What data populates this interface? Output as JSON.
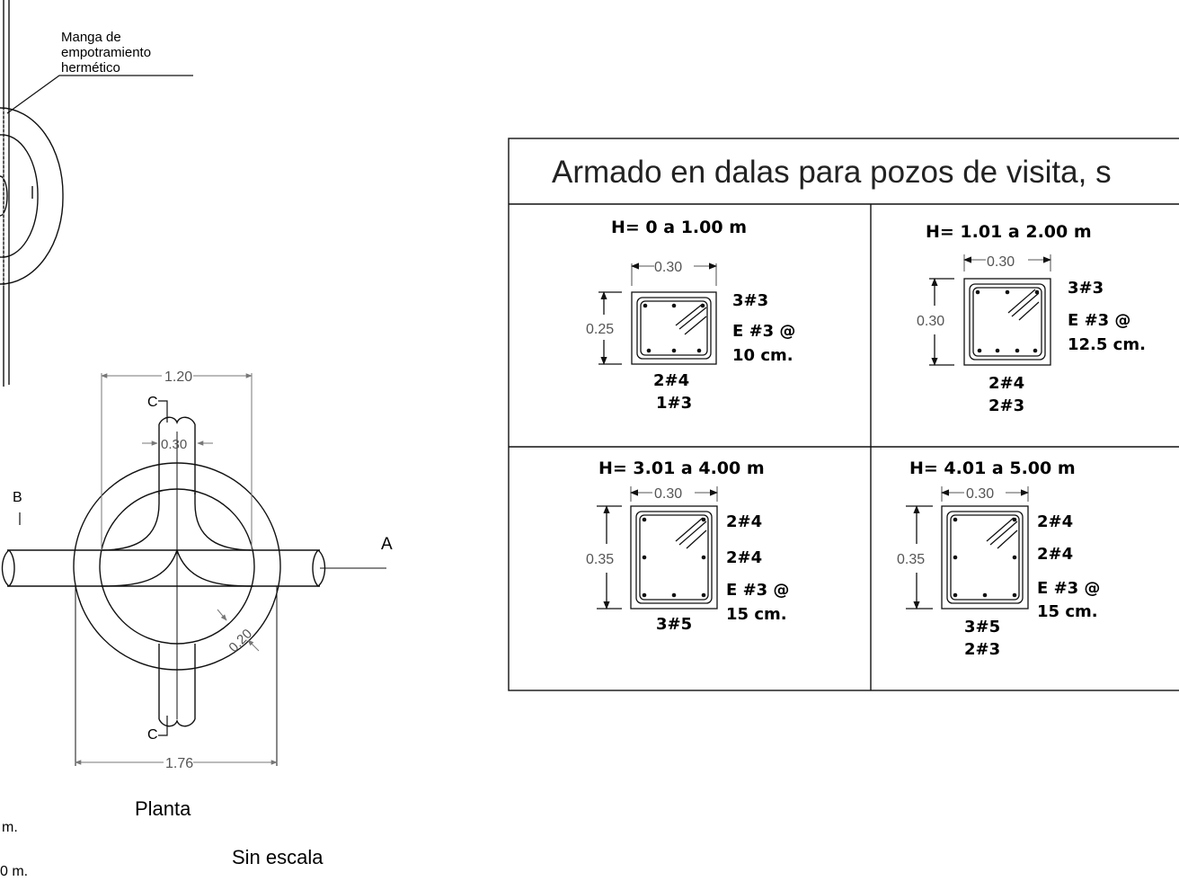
{
  "plan": {
    "title": "Planta",
    "scale": "Sin escala",
    "sleeve_label": [
      "Manga de",
      "empotramiento",
      "hermético"
    ],
    "section_a": "A",
    "section_b": "B",
    "section_c_top": "C",
    "section_c_bottom": "C",
    "dim_inner_diameter": "1.20",
    "dim_outer_diameter": "1.76",
    "dim_pipe_width": "0.30",
    "dim_wall": "0.20",
    "left_fragment_1": "m.",
    "left_fragment_2": "0 m."
  },
  "table": {
    "title": "Armado en dalas para pozos de visita, s",
    "cells": [
      {
        "heading": "H= 0 a 1.00 m",
        "width": "0.30",
        "height": "0.25",
        "top_bars": "3#3",
        "stirrups": [
          "E #3 @",
          "10 cm."
        ],
        "bottom_bars": [
          "2#4",
          "1#3"
        ]
      },
      {
        "heading": "H= 1.01 a 2.00 m",
        "width": "0.30",
        "height": "0.30",
        "top_bars": "3#3",
        "stirrups": [
          "E #3 @",
          "12.5 cm."
        ],
        "bottom_bars": [
          "2#4",
          "2#3"
        ]
      },
      {
        "heading": "H= 3.01 a 4.00 m",
        "width": "0.30",
        "height": "0.35",
        "top_bars": "2#4",
        "mid_bars": "2#4",
        "stirrups": [
          "E #3 @",
          "15 cm."
        ],
        "bottom_bars": [
          "3#5"
        ]
      },
      {
        "heading": "H= 4.01 a 5.00 m",
        "width": "0.30",
        "height": "0.35",
        "top_bars": "2#4",
        "mid_bars": "2#4",
        "stirrups": [
          "E #3 @",
          "15 cm."
        ],
        "bottom_bars": [
          "3#5",
          "2#3"
        ]
      }
    ]
  }
}
